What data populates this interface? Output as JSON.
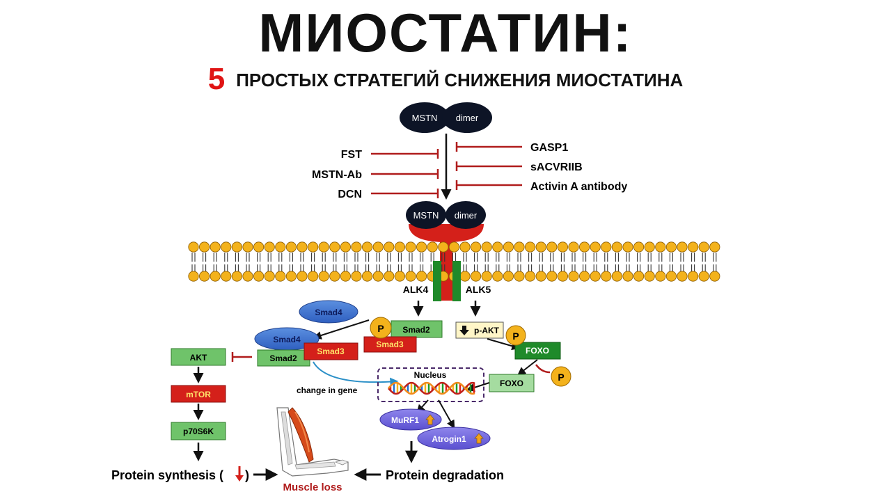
{
  "header": {
    "title": "МИОСТАТИН:",
    "number": "5",
    "subtitle": "ПРОСТЫХ  СТРАТЕГИЙ СНИЖЕНИЯ МИОСТАТИНА"
  },
  "colors": {
    "inhibitor_line": "#b01c1c",
    "receptor": "#d4201a",
    "alk": "#1f8a2a",
    "lipid_head": "#f3b21c",
    "dark_ellipse": "#0d1426"
  },
  "diagram": {
    "top_dimer": {
      "left": "MSTN",
      "right": "dimer"
    },
    "bound_dimer": {
      "left": "MSTN",
      "right": "dimer"
    },
    "inhibitors_left": [
      "FST",
      "MSTN-Ab",
      "DCN"
    ],
    "inhibitors_right": [
      "GASP1",
      "sACVRIIB",
      "Activin A antibody"
    ],
    "receptors": {
      "alk4": "ALK4",
      "alk5": "ALK5"
    },
    "smad": {
      "smad4_top": "Smad4",
      "smad2_top": "Smad2",
      "smad3_top": "Smad3",
      "smad4_complex": "Smad4",
      "smad2_complex": "Smad2",
      "smad3_complex": "Smad3",
      "phospho": "P"
    },
    "akt_branch": {
      "p_akt": "p-AKT",
      "foxo_p": "FOXO",
      "foxo": "FOXO",
      "phospho_1": "P",
      "phospho_2": "P"
    },
    "synthesis_chain": [
      "AKT",
      "mTOR",
      "p70S6K"
    ],
    "nucleus_label": "Nucleus",
    "gene_change": "change  in gene",
    "murf1": "MuRF1",
    "atrogin1": "Atrogin1",
    "protein_synthesis": "Protein synthesis (",
    "protein_synthesis_close": ")",
    "protein_degradation": "Protein degradation",
    "muscle_loss": "Muscle loss"
  }
}
